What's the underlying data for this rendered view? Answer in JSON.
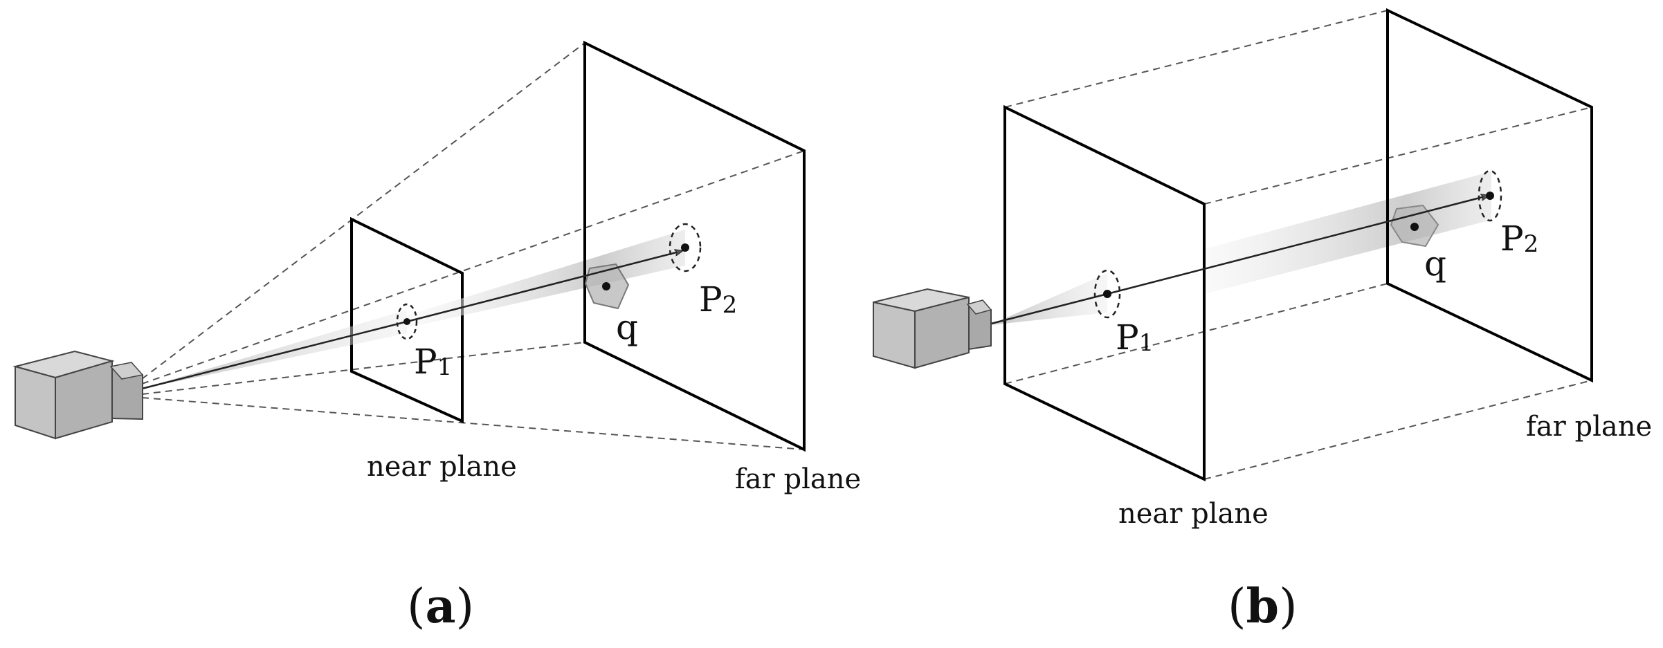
{
  "panels": [
    {
      "id": "a",
      "open": "(",
      "letter": "a",
      "close": ")",
      "near_label": "near plane",
      "far_label": "far plane",
      "p1": {
        "base": "P",
        "sub": "1"
      },
      "p2": {
        "base": "P",
        "sub": "2"
      },
      "q_label": "q"
    },
    {
      "id": "b",
      "open": "(",
      "letter": "b",
      "close": ")",
      "near_label": "near plane",
      "far_label": "far plane",
      "p1": {
        "base": "P",
        "sub": "1"
      },
      "p2": {
        "base": "P",
        "sub": "2"
      },
      "q_label": "q"
    }
  ],
  "colors": {
    "frame": "#000000",
    "guide": "#555555",
    "camera_light": "#d4d4d4",
    "camera_mid": "#bdbdbd",
    "camera_dark": "#a9a9a9",
    "beam": "#bdbdbd"
  }
}
